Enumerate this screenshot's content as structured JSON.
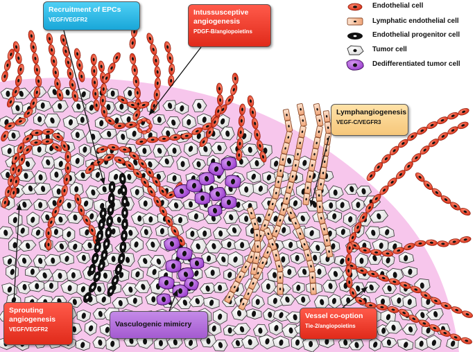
{
  "legend": {
    "endothelial_cell": "Endothelial cell",
    "lymphatic_endothelial_cell": "Lymphatic endothelial cell",
    "endothelial_progenitor_cell": "Endothelial progenitor cell",
    "tumor_cell": "Tumor cell",
    "dedifferentiated_tumor_cell": "Dedifferentiated tumor cell"
  },
  "callouts": {
    "recruitment": {
      "title": "Recruitment of EPCs",
      "subtitle": "VEGF/VEGFR2"
    },
    "intussusceptive": {
      "title": "Intussusceptive angiogenesis",
      "subtitle": "PDGF-B/angiopoietins"
    },
    "lymphangiogenesis": {
      "title": "Lymphangiogenesis",
      "subtitle": "VEGF-C/VEGFR3"
    },
    "sprouting": {
      "title": "Sprouting angiogenesis",
      "subtitle": "VEGF/VEGFR2"
    },
    "vasculogenic": {
      "title": "Vasculogenic mimicry"
    },
    "cooption": {
      "title": "Vessel co-option",
      "subtitle": "Tie-2/angiopoietins"
    }
  },
  "colors": {
    "endothelial": "#e8381f",
    "lymphatic": "#f7c9a4",
    "progenitor": "#111111",
    "tumor": "#ffffff",
    "dedifferentiated": "#a450d6",
    "tumor_tissue": "#f7c2ec"
  }
}
